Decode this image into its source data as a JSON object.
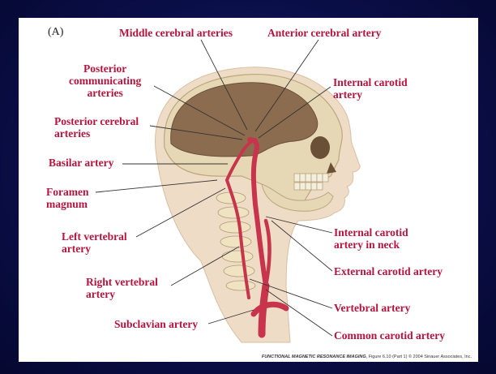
{
  "panel_letter": "(A)",
  "labels": {
    "middle_cerebral": "Middle cerebral arteries",
    "anterior_cerebral": "Anterior cerebral artery",
    "posterior_communicating": "Posterior\ncommunicating\narteries",
    "internal_carotid": "Internal carotid\nartery",
    "posterior_cerebral": "Posterior cerebral\narteries",
    "basilar": "Basilar artery",
    "foramen_magnum": "Foramen\nmagnum",
    "left_vertebral": "Left vertebral\nartery",
    "internal_carotid_neck": "Internal carotid\nartery in neck",
    "external_carotid": "External carotid artery",
    "right_vertebral": "Right vertebral\nartery",
    "vertebral": "Vertebral artery",
    "subclavian": "Subclavian artery",
    "common_carotid": "Common carotid artery"
  },
  "credit": {
    "title": "FUNCTIONAL MAGNETIC RESONANCE IMAGING",
    "rest": ", Figure 6.10 (Part 1)  © 2004 Sinauer Associates, Inc."
  },
  "colors": {
    "label": "#b4153e",
    "artery": "#c7344b",
    "bone": "#e6d8b4",
    "skin": "#efdcc6"
  }
}
